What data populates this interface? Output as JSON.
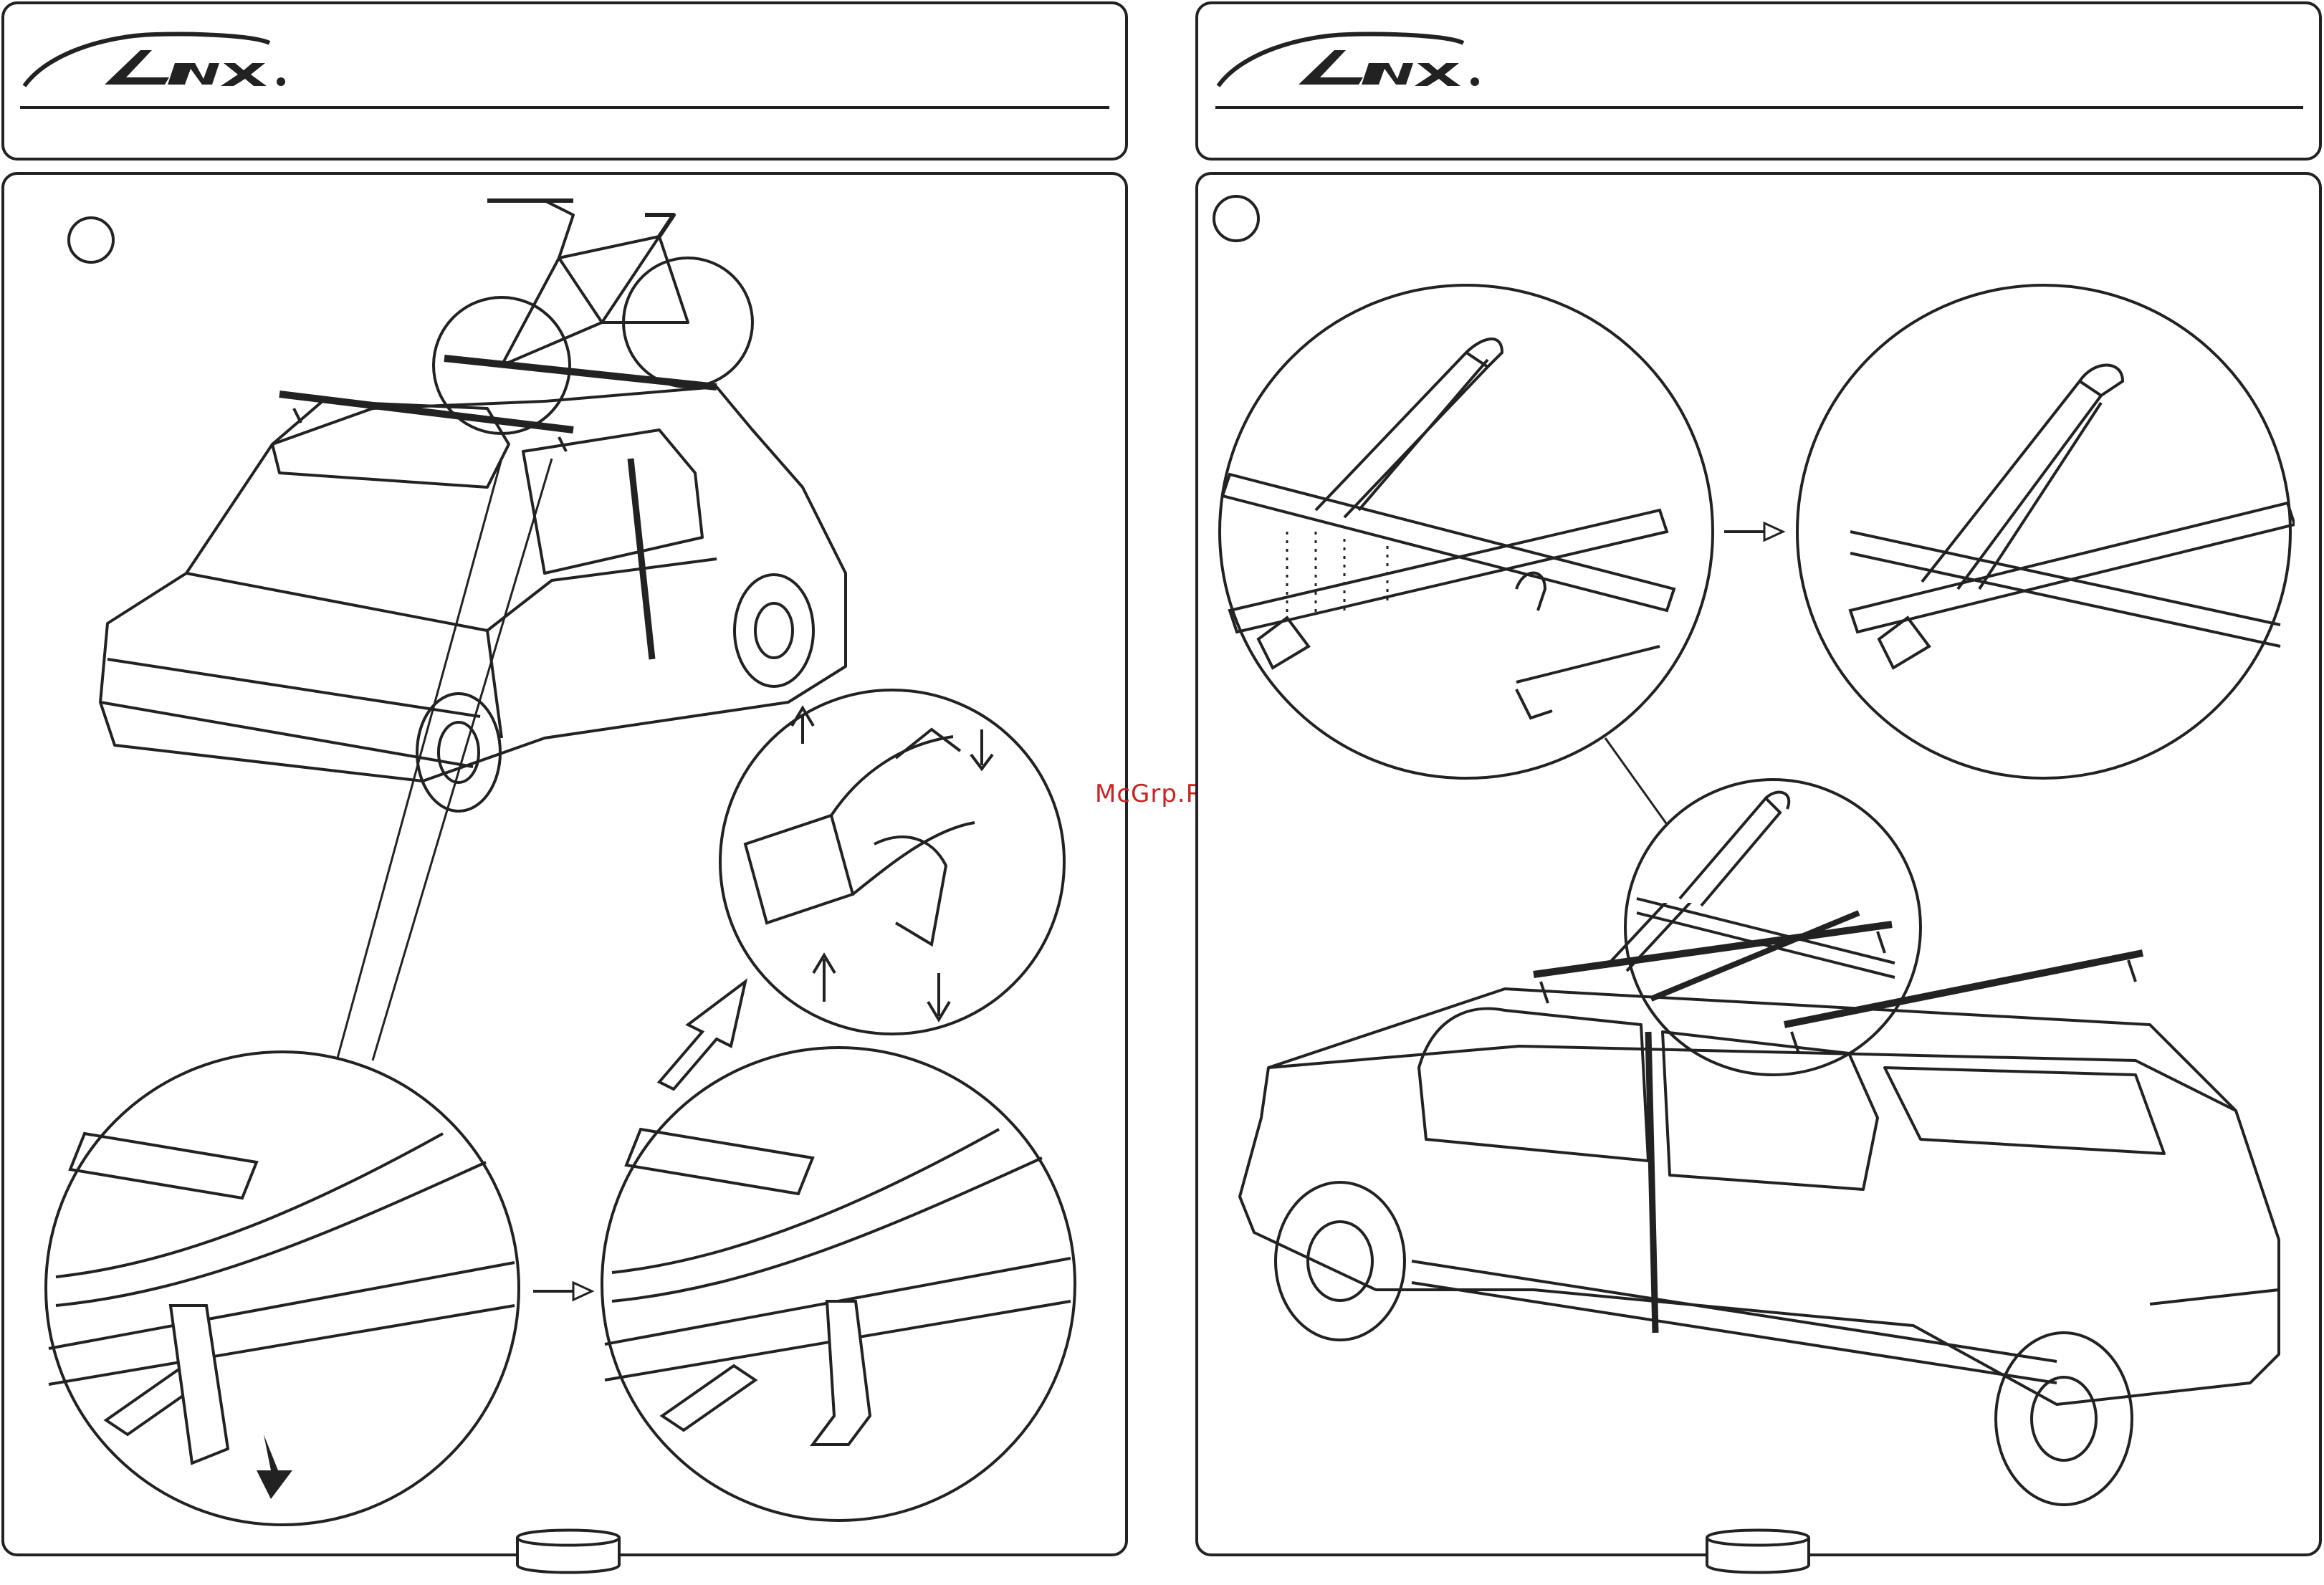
{
  "brand": {
    "logo_text": "Lux"
  },
  "watermark": "McGrp.Ru",
  "colors": {
    "line": "#222222",
    "watermark": "#cc2222",
    "background": "#ffffff"
  },
  "pages": [
    {
      "side": "left",
      "illustration": "car-with-bike-on-roof",
      "details": [
        "strap-tighten-before",
        "strap-tighten-after",
        "clamp-detail"
      ]
    },
    {
      "side": "right",
      "illustration": "minivan-with-roof-bars-and-bike-carrier",
      "details": [
        "carrier-mounting-before",
        "carrier-mounting-after",
        "carrier-overview"
      ]
    }
  ]
}
